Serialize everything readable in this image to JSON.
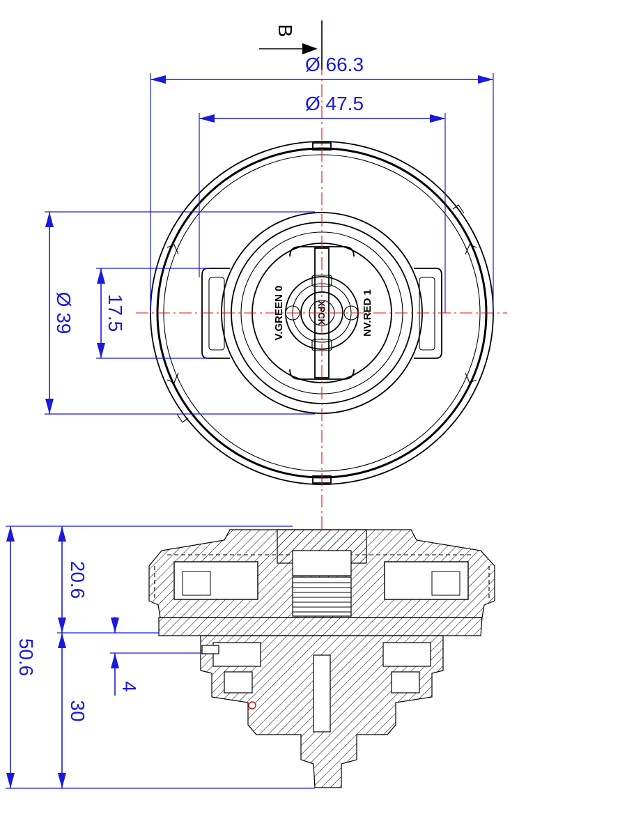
{
  "section_marker": "B",
  "dimensions": {
    "outer_diameter": "Ø 66.3",
    "inner_diameter": "Ø 47.5",
    "hub_diameter": "Ø 39",
    "slot_width": "17.5",
    "upper_height": "20.6",
    "total_height": "50.6",
    "small_gap": "4",
    "lower_height": "30"
  },
  "part_labels": {
    "left": "V.GREEN 0",
    "center": "XPCK",
    "right": "NV.RED 1"
  },
  "colors": {
    "dimension": "#1a1adb",
    "centerline": "#e01010",
    "outline": "#000000"
  }
}
